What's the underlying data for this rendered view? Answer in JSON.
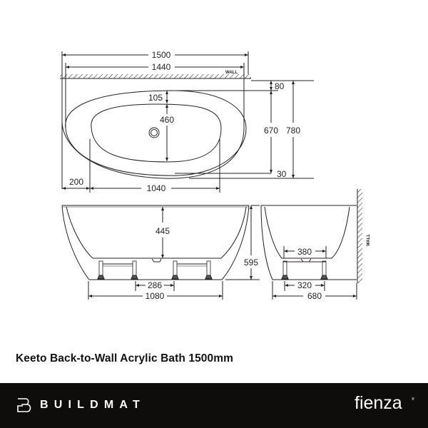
{
  "product": {
    "title": "Keeto Back-to-Wall Acrylic Bath 1500mm"
  },
  "drawing": {
    "wall_label": "WALL",
    "plan_view": {
      "overall_length": "1500",
      "inner_length": "1440",
      "wall_to_rim": "80",
      "rim_to_basin": "105",
      "basin_width": "460",
      "overall_depth_inner": "670",
      "overall_depth": "780",
      "front_offset": "30",
      "basin_offset": "200",
      "basin_length": "1040"
    },
    "front_elevation": {
      "interior_depth": "445",
      "overall_height": "595",
      "leg_spacing": "286",
      "base_length": "1080"
    },
    "side_elevation": {
      "basin_floor_width": "380",
      "leg_spacing": "320",
      "overall_depth": "680"
    }
  },
  "footer": {
    "brand_left": "BUILDMAT",
    "brand_right": "fienza",
    "registered": "®",
    "background": "#0f0d0c"
  }
}
